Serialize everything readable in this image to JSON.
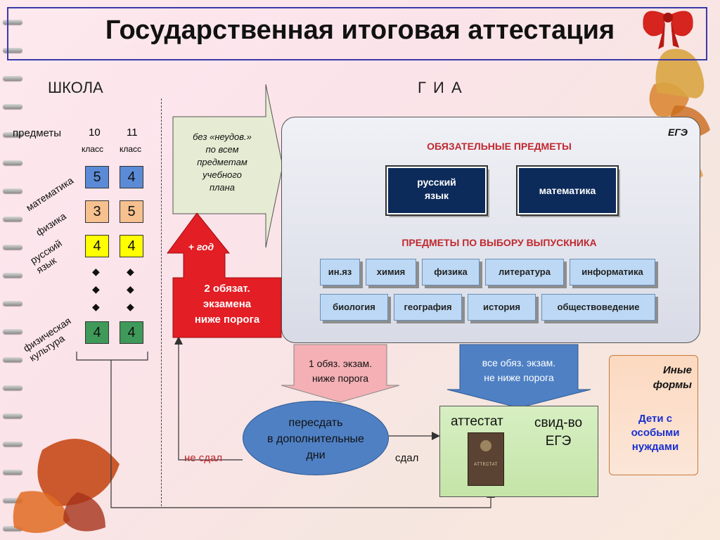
{
  "title": "Государственная итоговая аттестация",
  "school": {
    "heading": "ШКОЛА",
    "subjects_label": "предметы",
    "grade10": {
      "num": "10",
      "word": "класс"
    },
    "grade11": {
      "num": "11",
      "word": "класс"
    },
    "rows": [
      {
        "subject": "математика",
        "g10": "5",
        "g11": "4",
        "color10": "#5b8bd6",
        "color11": "#5b8bd6"
      },
      {
        "subject": "физика",
        "g10": "3",
        "g11": "5",
        "color10": "#f6c08f",
        "color11": "#f6c08f"
      },
      {
        "subject_line1": "русский",
        "subject_line2": "язык",
        "g10": "4",
        "g11": "4",
        "color10": "#ffff00",
        "color11": "#ffff00"
      },
      {
        "subject_line1": "физическая",
        "subject_line2": "культура",
        "g10": "4",
        "g11": "4",
        "color10": "#3f9a5a",
        "color11": "#3f9a5a"
      }
    ],
    "diamond": "◆"
  },
  "gia": {
    "heading": "Г И А",
    "ege_label": "ЕГЭ",
    "mandatory_heading": "ОБЯЗАТЕЛЬНЫЕ ПРЕДМЕТЫ",
    "mandatory": [
      {
        "line1": "русский",
        "line2": "язык"
      },
      {
        "line1": "математика",
        "line2": ""
      }
    ],
    "elective_heading": "ПРЕДМЕТЫ ПО ВЫБОРУ ВЫПУСКНИКА",
    "electives_row1": [
      "ин.яз",
      "химия",
      "физика",
      "литература",
      "информатика"
    ],
    "electives_row2": [
      "биология",
      "география",
      "история",
      "обществоведение"
    ]
  },
  "flow": {
    "no_fails": [
      "без «неудов.»",
      "по всем",
      "предметам",
      "учебного",
      "плана"
    ],
    "plus_year": "+ год",
    "two_fails": [
      "2 обязат.",
      "экзамена",
      "ниже порога"
    ],
    "one_fail": [
      "1 обяз. экзам.",
      "ниже порога"
    ],
    "all_pass": [
      "все обяз. экзам.",
      "не ниже порога"
    ],
    "retake": [
      "пересдать",
      "в дополнительные",
      "дни"
    ],
    "failed": "не сдал",
    "passed": "сдал",
    "certificate": "аттестат",
    "ege_cert": [
      "свид-во",
      "ЕГЭ"
    ],
    "cert_image_text": "АТТЕСТАТ",
    "other_forms": [
      "Иные",
      "формы"
    ],
    "special_needs": [
      "Дети с",
      "особыми",
      "нуждами"
    ]
  },
  "colors": {
    "accent_red": "#e31e24",
    "heading_red": "#c0282e",
    "navy": "#0c2a5a",
    "chip": "#bcd8f4",
    "oval": "#4f80c4",
    "special_needs": "#1a2fd0"
  }
}
